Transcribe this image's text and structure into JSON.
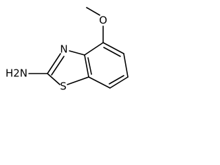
{
  "molecule": {
    "atoms": {
      "amine": "H2N",
      "ring_nitrogen": "N",
      "sulfur": "S",
      "methoxy_oxygen": "O"
    }
  }
}
